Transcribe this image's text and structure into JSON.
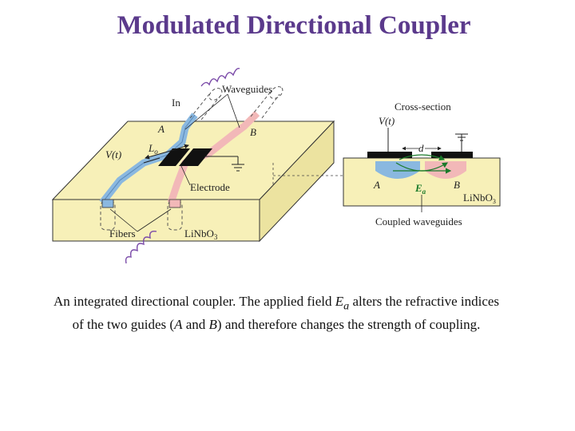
{
  "title": "Modulated Directional Coupler",
  "labels": {
    "waveguides": "Waveguides",
    "in": "In",
    "guide_a": "A",
    "guide_b": "B",
    "length": "L",
    "length_sub": "o",
    "voltage": "V(t)",
    "electrode": "Electrode",
    "fibers": "Fibers",
    "substrate": "LiNbO",
    "substrate_sub": "3",
    "cross_section": "Cross-section",
    "cs_voltage": "V(t)",
    "gap": "d",
    "cs_a": "A",
    "cs_b": "B",
    "field": "E",
    "field_sub": "a",
    "cs_substrate": "LiNbO",
    "cs_substrate_sub": "3",
    "coupled": "Coupled waveguides"
  },
  "caption": {
    "part1": "An integrated directional coupler. The applied field ",
    "field": "E",
    "field_sub": "a",
    "part2": " alters the refractive indices of the two guides (",
    "a": "A",
    "and": " and ",
    "b": "B",
    "part3": ") and therefore changes the strength of coupling."
  },
  "colors": {
    "title": "#5b3a8c",
    "substrate": "#f7f0b8",
    "guide_a": "#8ab8e0",
    "guide_b": "#f2b8b8",
    "field_lines": "#1a7a2a",
    "wave": "#7a4aa8"
  }
}
